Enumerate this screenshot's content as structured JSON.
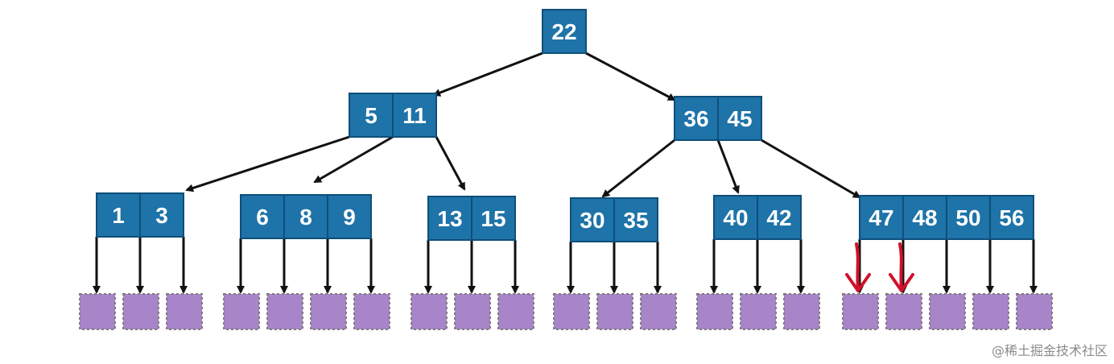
{
  "colors": {
    "node_fill": "#1e73a8",
    "node_border": "#0e4f7a",
    "key_text": "#ffffff",
    "arrow": "#111111",
    "highlight_arrow": "#d0112b",
    "leaf_fill": "#a884c8",
    "leaf_border": "#7d7d7d"
  },
  "tree": {
    "root": {
      "keys": [
        "22"
      ]
    },
    "level1": [
      {
        "keys": [
          "5",
          "11"
        ]
      },
      {
        "keys": [
          "36",
          "45"
        ]
      }
    ],
    "level2": [
      {
        "keys": [
          "1",
          "3"
        ]
      },
      {
        "keys": [
          "6",
          "8",
          "9"
        ]
      },
      {
        "keys": [
          "13",
          "15"
        ]
      },
      {
        "keys": [
          "30",
          "35"
        ]
      },
      {
        "keys": [
          "40",
          "42"
        ]
      },
      {
        "keys": [
          "47",
          "48",
          "50",
          "56"
        ]
      }
    ],
    "highlighted_pointers": [
      {
        "node": 5,
        "pointer": 0
      },
      {
        "node": 5,
        "pointer": 1
      }
    ]
  },
  "watermark": "@稀土掘金技术社区"
}
